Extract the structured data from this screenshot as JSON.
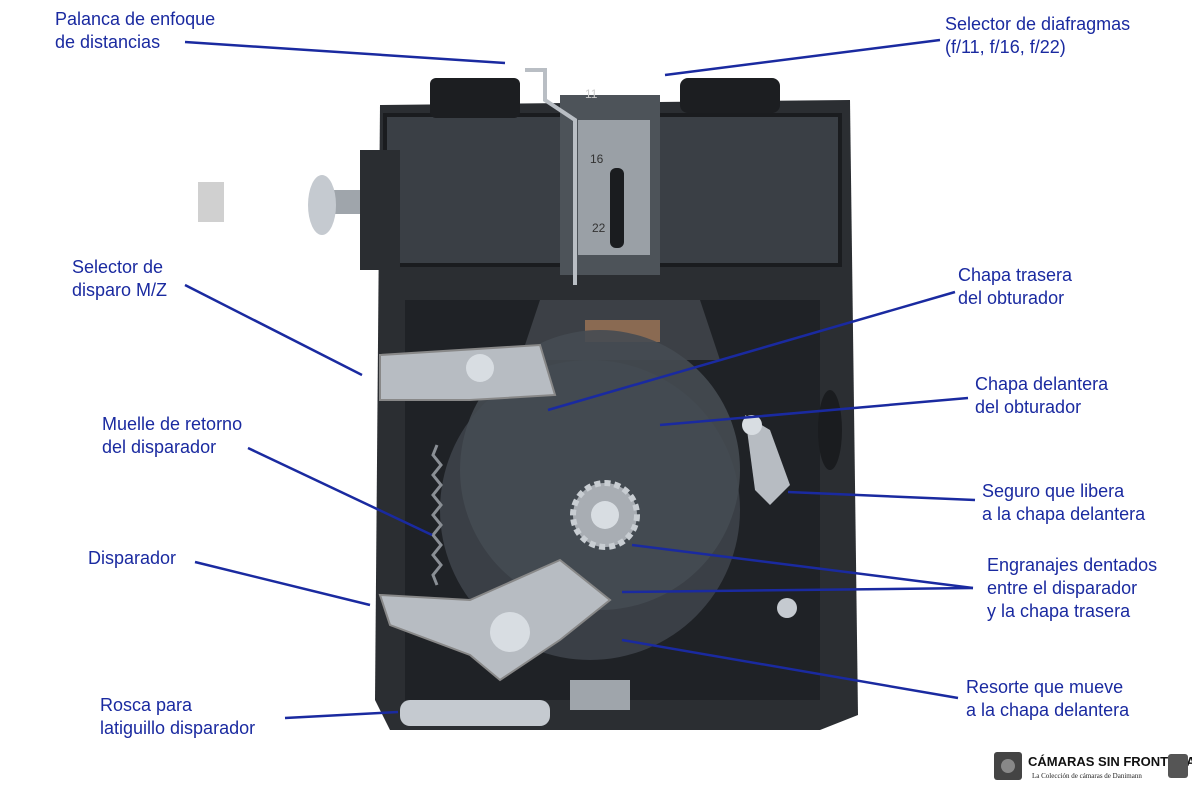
{
  "labels": {
    "palanca": [
      "Palanca de enfoque",
      "de distancias"
    ],
    "selector_diafragmas": [
      "Selector de diafragmas",
      "(f/11, f/16, f/22)"
    ],
    "selector_disparo": [
      "Selector de",
      "disparo M/Z"
    ],
    "chapa_trasera": [
      "Chapa trasera",
      "del obturador"
    ],
    "chapa_delantera": [
      "Chapa delantera",
      "del obturador"
    ],
    "muelle": [
      "Muelle de retorno",
      "del disparador"
    ],
    "seguro": [
      "Seguro que libera",
      "a la chapa delantera"
    ],
    "disparador": [
      "Disparador"
    ],
    "engranajes": [
      "Engranajes dentados",
      "entre el disparador",
      "y la chapa trasera"
    ],
    "rosca": [
      "Rosca para",
      "latiguillo disparador"
    ],
    "resorte": [
      "Resorte que mueve",
      "a la chapa delantera"
    ]
  },
  "scale_marks": {
    "top": "11",
    "mid": "16",
    "bottom": "22"
  },
  "watermark": {
    "title": "CÁMARAS SIN FRONTERAS",
    "subtitle": "La Colección de cámaras de Danimann"
  },
  "colors": {
    "label": "#1a2aa0",
    "leader": "#1a2aa0"
  }
}
